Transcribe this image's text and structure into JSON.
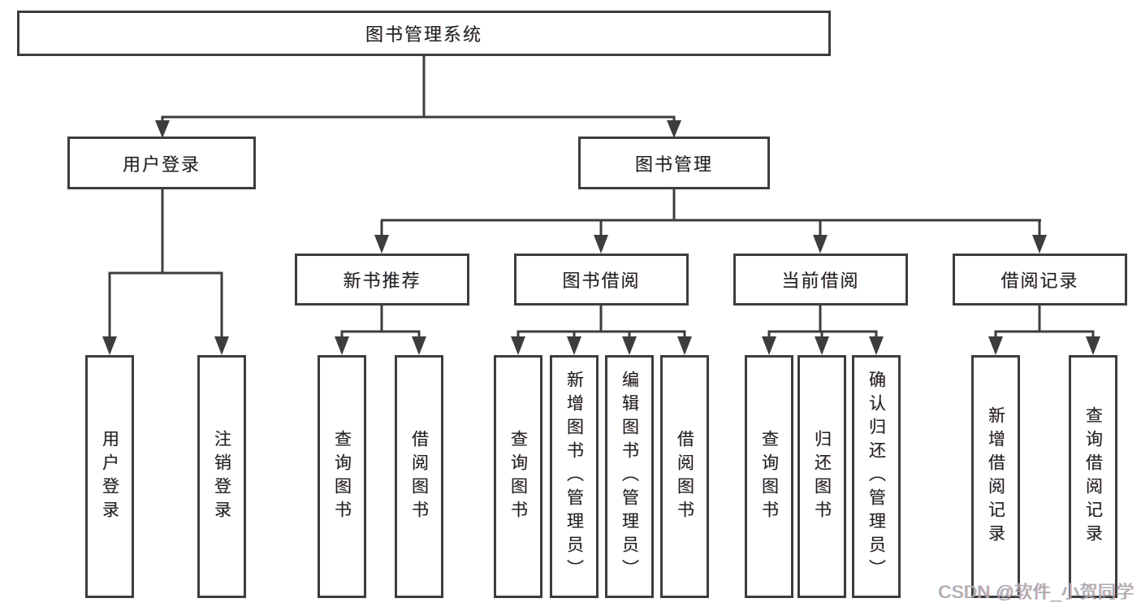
{
  "tree": {
    "root": {
      "label": "图书管理系统"
    },
    "branches": [
      {
        "label": "用户登录",
        "leaves": [
          {
            "label": "用户登录"
          },
          {
            "label": "注销登录"
          }
        ]
      },
      {
        "label": "图书管理",
        "groups": [
          {
            "label": "新书推荐",
            "leaves": [
              {
                "label": "查询图书"
              },
              {
                "label": "借阅图书"
              }
            ]
          },
          {
            "label": "图书借阅",
            "leaves": [
              {
                "label": "查询图书"
              },
              {
                "label": "新增图书（管理员）"
              },
              {
                "label": "编辑图书（管理员）"
              },
              {
                "label": "借阅图书"
              }
            ]
          },
          {
            "label": "当前借阅",
            "leaves": [
              {
                "label": "查询图书"
              },
              {
                "label": "归还图书"
              },
              {
                "label": "确认归还（管理员）"
              }
            ]
          },
          {
            "label": "借阅记录",
            "leaves": [
              {
                "label": "新增借阅记录"
              },
              {
                "label": "查询借阅记录"
              }
            ]
          }
        ]
      }
    ]
  },
  "watermark": {
    "text": "CSDN @软件_小贺同学"
  },
  "colors": {
    "line": "#3d3d3d",
    "box_border": "#3d3d3d",
    "text": "#222222",
    "watermark": "#aaaaaa",
    "background": "#ffffff"
  }
}
